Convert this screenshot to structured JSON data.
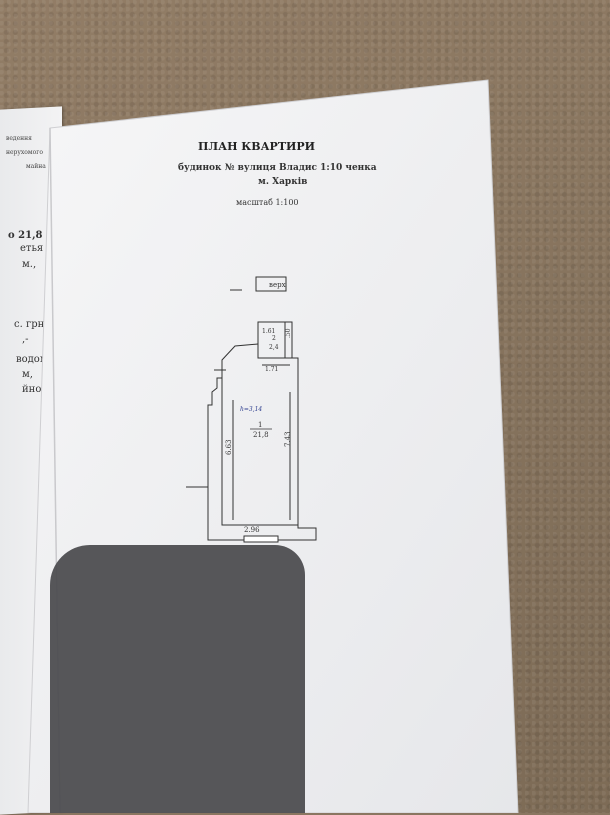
{
  "left_page": {
    "lines": [
      "ведення",
      "нерухомого",
      "майна",
      "о 21,8",
      "етья",
      "м.,",
      "с. грн.",
      ",-",
      "водом",
      "м,",
      "йною"
    ]
  },
  "document": {
    "title": "ПЛАН КВАРТИРИ",
    "address_line1": "будинок № вулиця Владис 1:10 ченка",
    "address_line2": "м. Харків",
    "scale": "масштаб 1:100",
    "stair_label": "верх"
  },
  "floor_plan": {
    "rooms": [
      {
        "number": "2",
        "area": "2,4"
      },
      {
        "number": "1",
        "area": "21,8"
      }
    ],
    "dimensions": {
      "bath_width": "1.61",
      "bath_depth": ".50",
      "corridor": "1.71",
      "left_wall": "6.63",
      "right_wall": "7.43",
      "bottom_width": "2.96"
    },
    "handwritten_note": "h=3,14"
  }
}
